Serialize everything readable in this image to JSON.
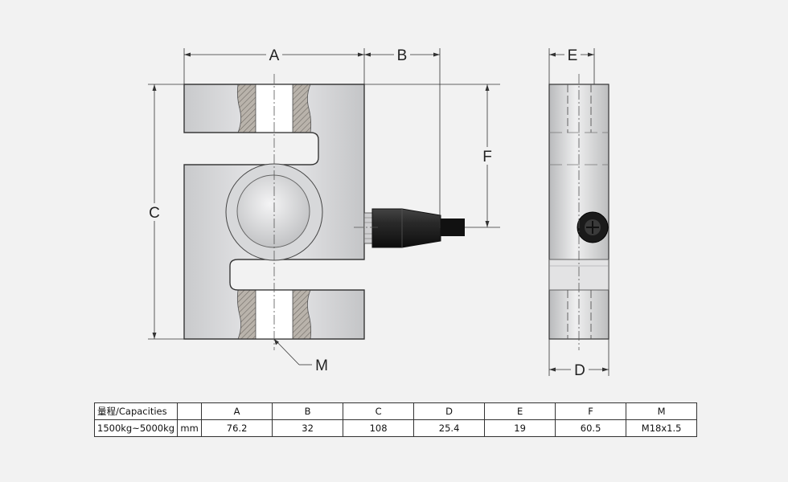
{
  "labels": {
    "A": "A",
    "B": "B",
    "C": "C",
    "D": "D",
    "E": "E",
    "F": "F",
    "M": "M"
  },
  "table": {
    "header": {
      "capacity_label": "量程/Capacities",
      "unit": "",
      "cols": [
        "A",
        "B",
        "C",
        "D",
        "E",
        "F",
        "M"
      ]
    },
    "row": {
      "capacity": "1500kg~5000kg",
      "unit": "mm",
      "values": [
        "76.2",
        "32",
        "108",
        "25.4",
        "19",
        "60.5",
        "M18x1.5"
      ]
    }
  }
}
